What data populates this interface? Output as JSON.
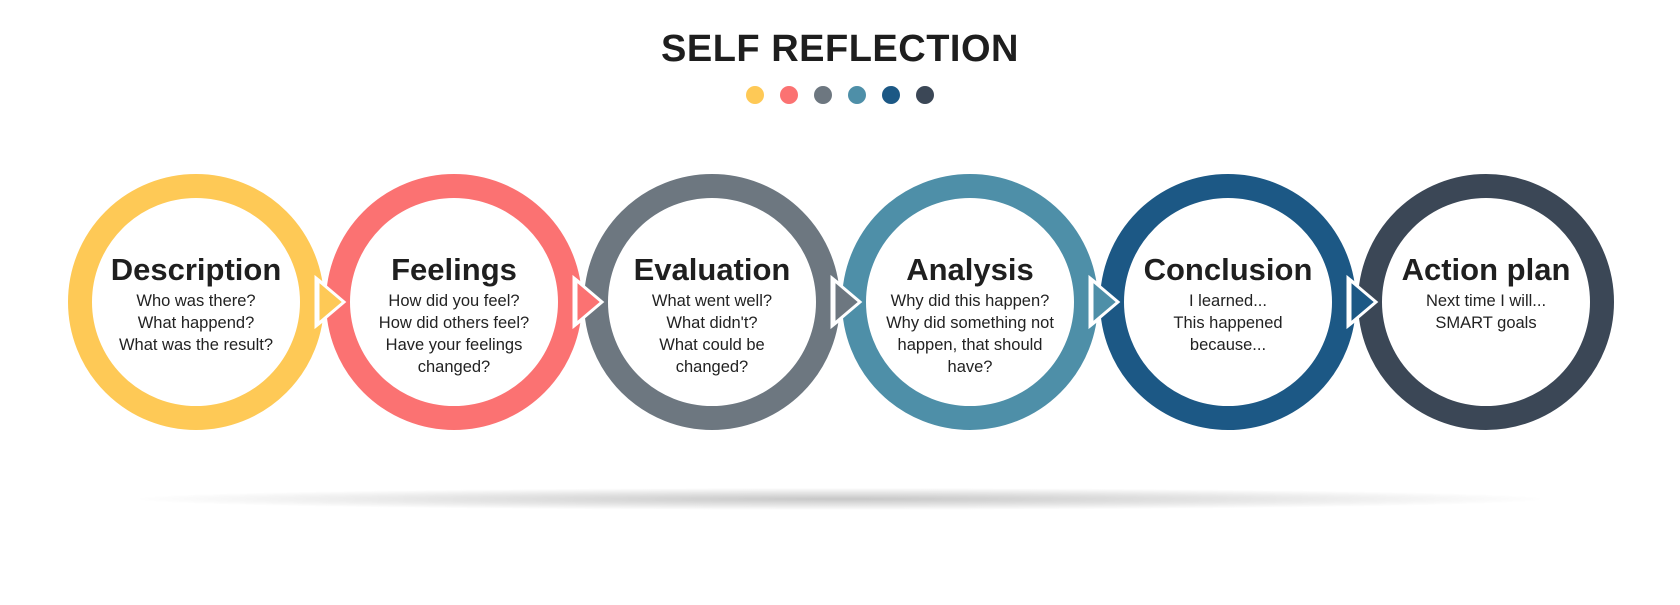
{
  "title": "SELF REFLECTION",
  "palette": [
    "#fec956",
    "#fb7272",
    "#6d7780",
    "#4e8fa8",
    "#1c5885",
    "#3b4756"
  ],
  "steps": [
    {
      "title": "Description",
      "color": "#fec956",
      "lines": [
        "Who was there?",
        "What happend?",
        "What was the result?"
      ]
    },
    {
      "title": "Feelings",
      "color": "#fb7272",
      "lines": [
        "How did you feel?",
        "How did others feel?",
        "Have your feelings",
        "changed?"
      ]
    },
    {
      "title": "Evaluation",
      "color": "#6d7780",
      "lines": [
        "What went well?",
        "What didn't?",
        "What could be",
        "changed?"
      ]
    },
    {
      "title": "Analysis",
      "color": "#4e8fa8",
      "lines": [
        "Why did this happen?",
        "Why did something not",
        "happen, that should",
        "have?"
      ]
    },
    {
      "title": "Conclusion",
      "color": "#1c5885",
      "lines": [
        "I learned...",
        "This happened",
        "because..."
      ]
    },
    {
      "title": "Action plan",
      "color": "#3b4756",
      "lines": [
        "Next time I will...",
        "SMART goals"
      ]
    }
  ]
}
